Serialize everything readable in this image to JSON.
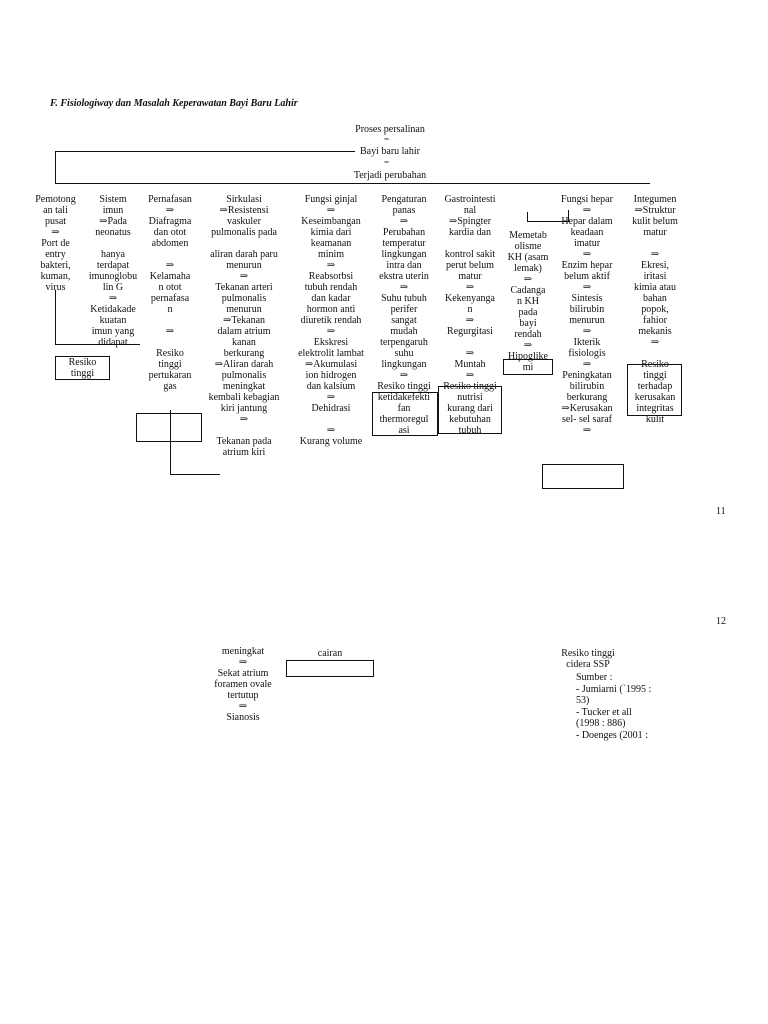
{
  "title": "F.  Fisiologiway dan Masalah Keperawatan Bayi Baru Lahir",
  "top_chain": [
    "Proses persalinan",
    "Bayi baru  lahir",
    "Terjadi perubahan"
  ],
  "arrow_glyph": "⇒",
  "columns": [
    "Pemotong\nan tali\npusat\n⇒\nPort de\nentry\nbakteri,\nkuman,\nvirus",
    "Sistem\nimun\n⇒Pada\nneonatus\n\nhanya\nterdapat\nimunoglobu\nlin G\n⇒\nKetidakade\nkuatan\nimun yang\ndidapat",
    "Pernafasan\n⇒\nDiafragma\ndan otot\nabdomen\n\n⇒\nKelamaha\nn otot\npernafasa\nn\n\n⇒\n\nResiko\ntinggi\npertukaran\ngas",
    "Sirkulasi\n⇒Resistensi\nvaskuler\npulmonalis pada\n\naliran darah paru\nmenurun\n⇒\nTekanan arteri\npulmonalis\nmenurun\n⇒Tekanan\ndalam atrium\nkanan\nberkurang\n⇒Aliran darah\npulmonalis\nmeningkat\nkembali kebagian\nkiri jantung\n⇒\n\nTekanan pada\natrium kiri",
    "Fungsi ginjal\n⇒\nKeseimbangan\nkimia dari\nkeamanan\nminim\n⇒\nReabsorbsi\ntubuh rendah\ndan kadar\nhormon anti\ndiuretik rendah\n⇒\nEkskresi\nelektrolit lambat\n⇒Akumulasi\nion hidrogen\ndan kalsium\n⇒\nDehidrasi\n\n⇒\nKurang volume",
    "Pengaturan\npanas\n⇒\nPerubahan\ntemperatur\nlingkungan\nintra dan\nekstra uterin\n⇒\nSuhu tubuh\nperifer\nsangat\nmudah\nterpengaruh\nsuhu\nlingkungan\n⇒\nResiko tinggi\nketidakefekti\nfan\nthermoregul\nasi",
    "Gastrointesti\nnal\n⇒Spingter\nkardia dan\n\nkontrol sakit\nperut belum\nmatur\n⇒\nKekenyanga\nn\n⇒\nRegurgitasi\n\n⇒\nMuntah\n⇒\nResiko tinggi\nnutrisi\nkurang dari\nkebutuhan\ntubuh",
    "Memetab\nolisme\nKH (asam\nlemak)\n⇒\nCadanga\nn KH\npada\nbayi\nrendah\n⇒\nHipoglike\nmi",
    "Fungsi hepar\n⇒\nHepar dalam\nkeadaan\nimatur\n⇒\nEnzim hepar\nbelum aktif\n⇒\nSintesis\nbilirubin\nmenurun\n⇒\nIkterik\nfisiologis\n⇒\nPeningkatan\nbilirubin\nberkurang\n⇒Kerusakan\nsel- sel saraf\n⇒",
    "Integumen\n⇒Struktur\nkulit belum\nmatur\n\n⇒\nEkresi,\niritasi\nkimia atau\nbahan\npopok,\nfahior\nmekanis\n⇒\n\nResiko\ntinggi\nterhadap\nkerusakan\nintegritas\nkulit"
  ],
  "side_labels": {
    "resiko_tinggi_left": "Resiko\ntinggi"
  },
  "page_numbers": [
    "11",
    "12"
  ],
  "page2": {
    "sirkulasi_cont": "meningkat\n⇒\nSekat atrium\nforamen ovale\ntertutup\n⇒\nSianosis",
    "ginjal_cont": "cairan",
    "hepar_cont": "Resiko tinggi\ncidera SSP",
    "sources_title": "Sumber :",
    "sources": [
      "-   Jumiarni (`1995  :\n      53)",
      "-   Tucker et all\n      (1998 : 886)",
      "-   Doenges (2001 :"
    ]
  }
}
